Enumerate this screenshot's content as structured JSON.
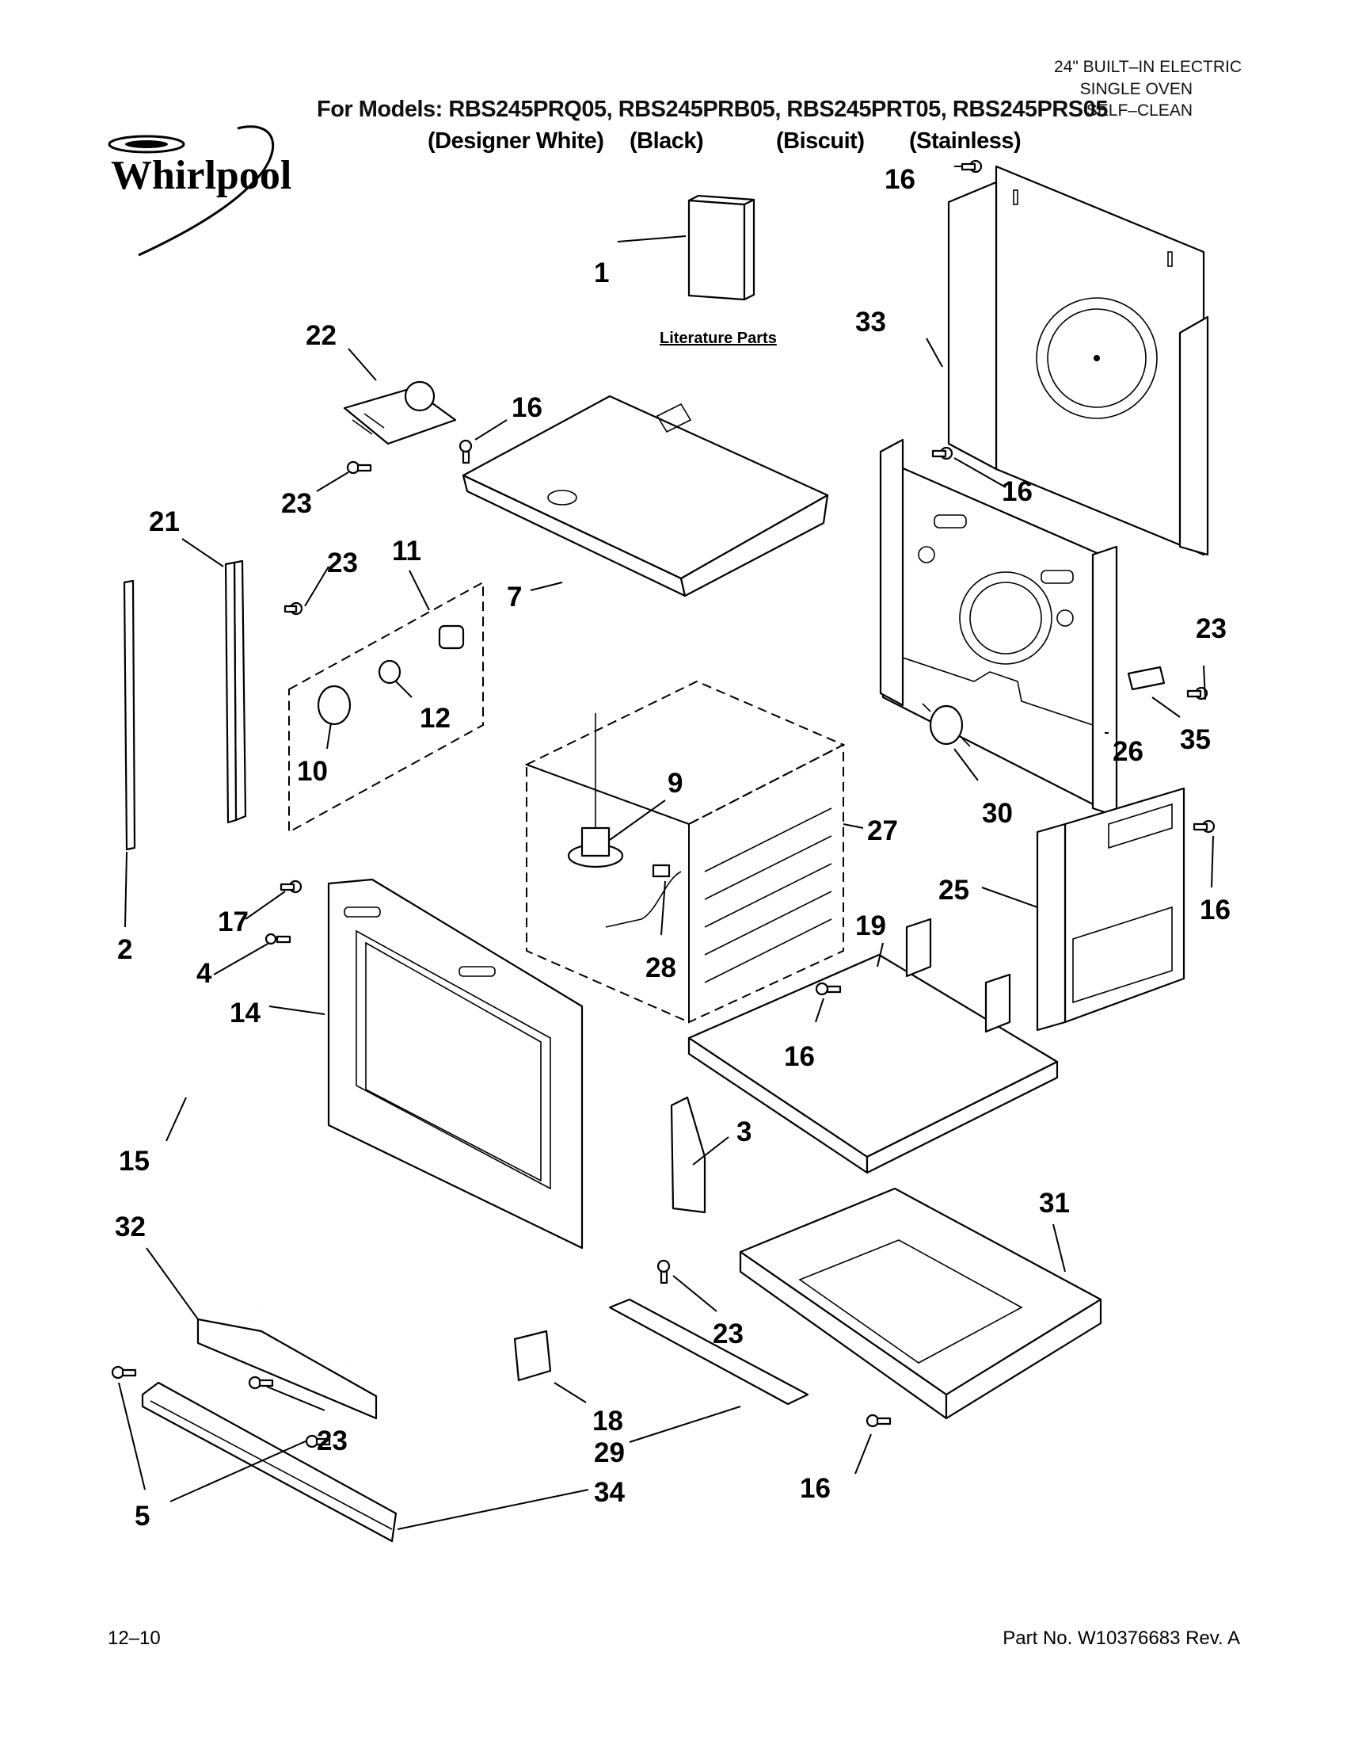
{
  "header": {
    "product_line_1": "24\" BUILT–IN ELECTRIC",
    "product_line_2": "SINGLE OVEN",
    "product_line_3": "SELF–CLEAN",
    "models": "For Models: RBS245PRQ05, RBS245PRB05, RBS245PRT05, RBS245PRS05",
    "colors": [
      "(Designer White)",
      "(Black)",
      "(Biscuit)",
      "(Stainless)"
    ],
    "brand": "Whirlpool"
  },
  "literature_label": "Literature Parts",
  "callouts": [
    "1",
    "2",
    "3",
    "4",
    "5",
    "7",
    "9",
    "10",
    "11",
    "12",
    "14",
    "15",
    "16",
    "16",
    "16",
    "16",
    "16",
    "16",
    "16",
    "17",
    "18",
    "19",
    "21",
    "22",
    "23",
    "23",
    "23",
    "23",
    "23",
    "23",
    "25",
    "26",
    "27",
    "28",
    "29",
    "30",
    "31",
    "32",
    "33",
    "34",
    "35"
  ],
  "footer": {
    "date": "12–10",
    "part_no": "Part No. W10376683 Rev. A"
  }
}
